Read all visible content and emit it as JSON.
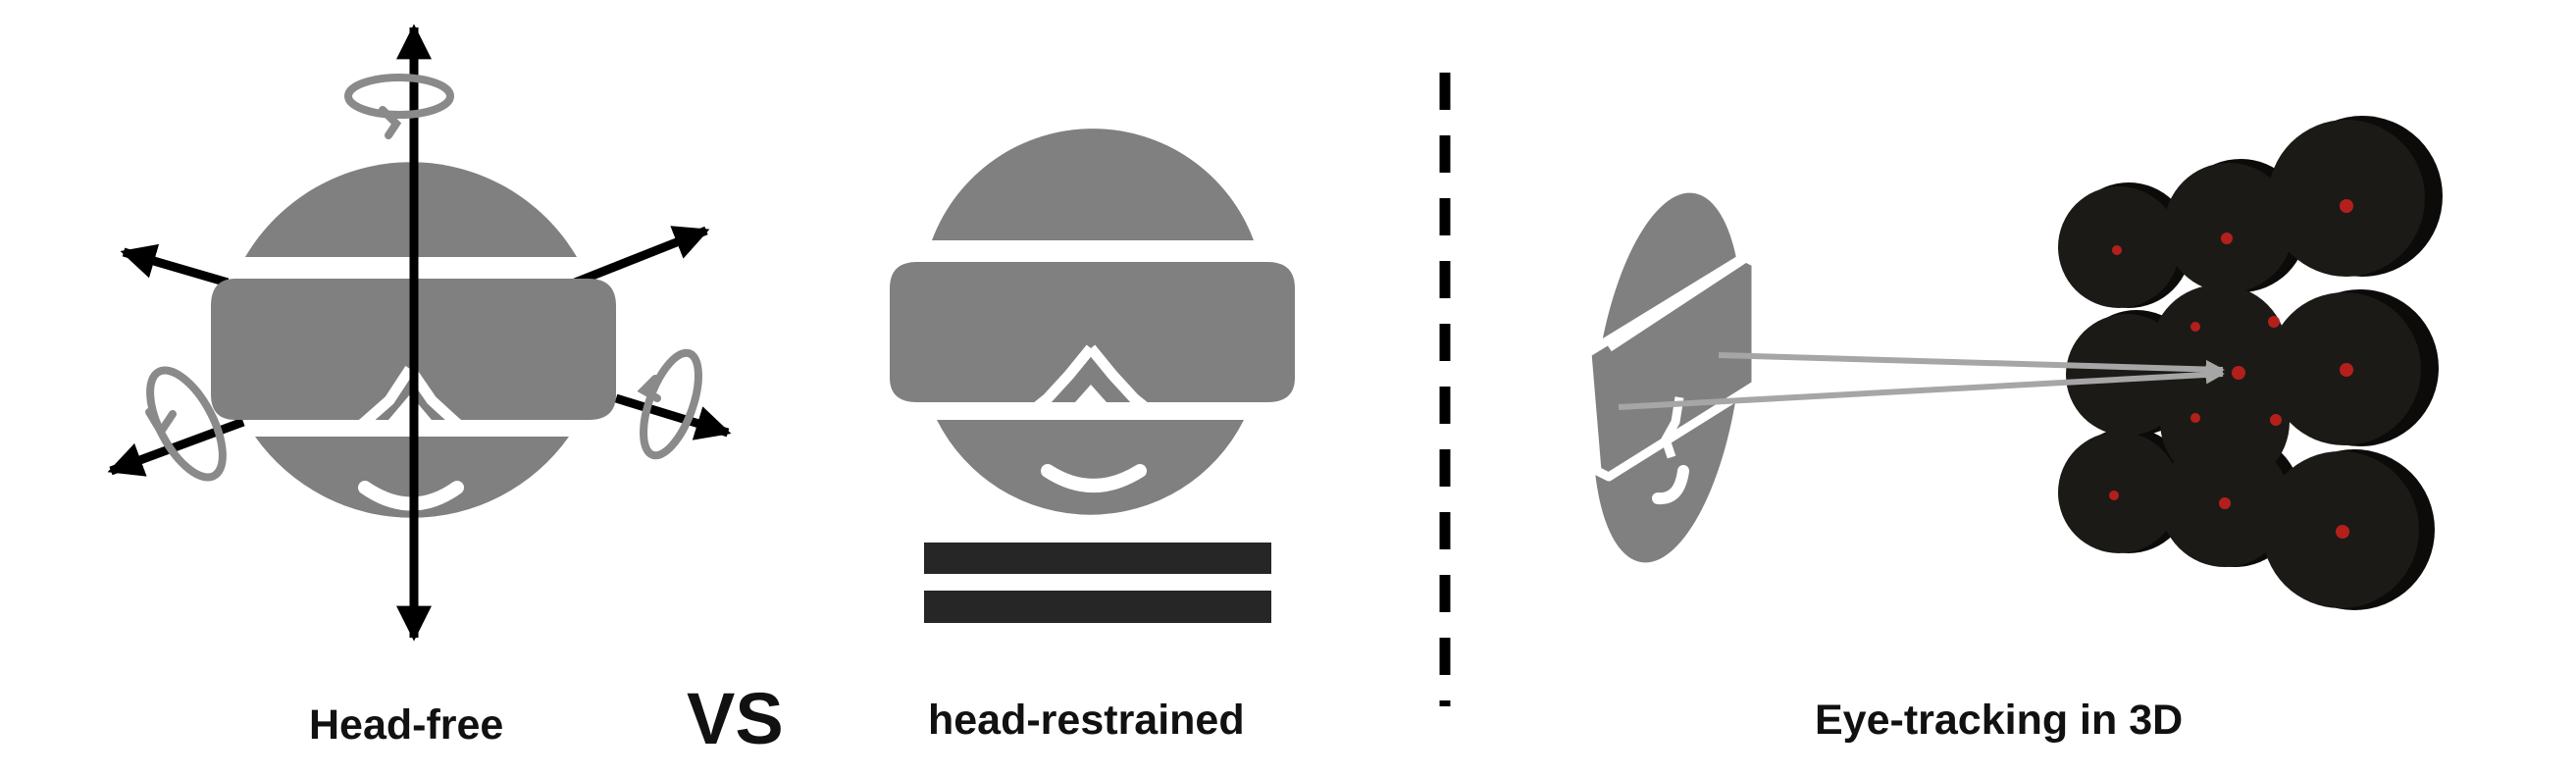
{
  "labels": {
    "head_free": "Head-free",
    "versus": "VS",
    "head_restrained": "head-restrained",
    "eye_tracking": "Eye-tracking in 3D"
  },
  "colors": {
    "head": "#808080",
    "arrow": "#000000",
    "rotation": "#8a8a8a",
    "restraint_bar": "#262626",
    "divider": "#000000",
    "sphere": "#1c1a17",
    "sphere_side": "#0c0b0a",
    "target_dot": "#b3201c",
    "gaze_ray": "#a6a6a6"
  },
  "icons": {
    "free_head": "vr-headset-head-icon",
    "restrained_head": "vr-headset-head-icon",
    "side_head": "side-profile-head-icon",
    "target_cluster": "sphere-cluster-icon"
  }
}
